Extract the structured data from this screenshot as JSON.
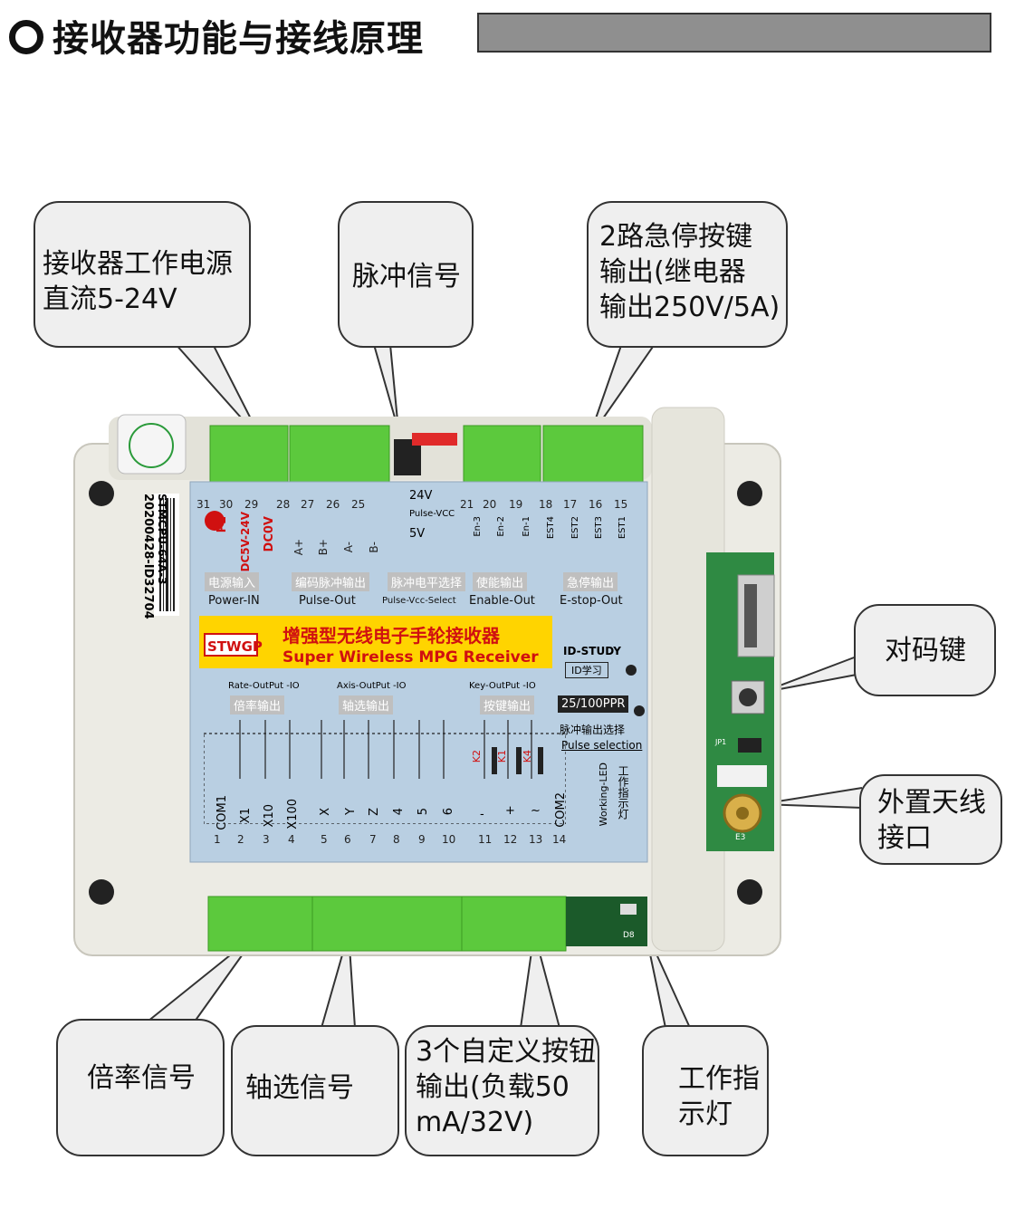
{
  "header": {
    "title": "接收器功能与接线原理"
  },
  "callouts": {
    "power": "接收器工作电源\n直流5-24V",
    "pulse": "脉冲信号",
    "estop": "2路急停按键\n输出(继电器\n输出250V/5A)",
    "pair_key": "对码键",
    "antenna": "外置天线\n接口",
    "rate": "倍率信号",
    "axis": "轴选信号",
    "custom_buttons": "3个自定义按钮\n输出(负载50\nmA/32V)",
    "work_led": "工作指\n示灯"
  },
  "board": {
    "brand": "STWGP",
    "title_cn": "增强型无线电子手轮接收器",
    "title_en": "Super Wireless MPG Receiver",
    "serial_1": "STMCPU-64A-3",
    "serial_2": "20200428-ID32704",
    "top_terminals": [
      "31",
      "30",
      "29",
      "28",
      "27",
      "26",
      "25",
      "21",
      "20",
      "19",
      "18",
      "17",
      "16",
      "15"
    ],
    "power_pins": [
      "PE",
      "DC5V-24V",
      "DC0V"
    ],
    "pulse_pins": [
      "A+",
      "B+",
      "A-",
      "B-"
    ],
    "vcc_opts": [
      "24V",
      "Pulse-VCC",
      "5V"
    ],
    "enable_pins": [
      "En-3",
      "En-2",
      "En-1"
    ],
    "estop_pins": [
      "EST4",
      "EST2",
      "EST3",
      "EST1"
    ],
    "groups_cn": [
      "电源输入",
      "编码脉冲输出",
      "脉冲电平选择",
      "使能输出",
      "急停输出"
    ],
    "groups_en": [
      "Power-IN",
      "Pulse-Out",
      "Pulse-Vcc-Select",
      "Enable-Out",
      "E-stop-Out"
    ],
    "id_study": "ID-STUDY",
    "id_study_cn": "ID学习",
    "ppr": "25/100PPR",
    "pulse_sel_cn": "脉冲输出选择",
    "pulse_sel_en": "Pulse selection",
    "rate_en": "Rate-OutPut -IO",
    "rate_cn": "倍率输出",
    "axis_en": "Axis-OutPut -IO",
    "axis_cn": "轴选输出",
    "key_en": "Key-OutPut -IO",
    "key_cn": "按键输出",
    "relays": [
      "K2",
      "K1",
      "K4"
    ],
    "bottom_labels": [
      "COM1",
      "X1",
      "X10",
      "X100",
      "X",
      "Y",
      "Z",
      "4",
      "5",
      "6",
      "-",
      "+",
      "~",
      "COM2"
    ],
    "bottom_nums": [
      "1",
      "2",
      "3",
      "4",
      "5",
      "6",
      "7",
      "8",
      "9",
      "10",
      "11",
      "12",
      "13",
      "14"
    ],
    "working_led_en": "Working-LED",
    "working_led_cn": "工作指示灯",
    "led_ref": "D8",
    "ant_ref": "E3",
    "jp_ref": "JP1"
  },
  "colors": {
    "terminal_green": "#5cc93d",
    "board_blue": "#b9cfe2",
    "case": "#ecebe4",
    "yellow": "#ffd400",
    "red": "#d01010",
    "gray_tag": "#bfbfbf"
  }
}
